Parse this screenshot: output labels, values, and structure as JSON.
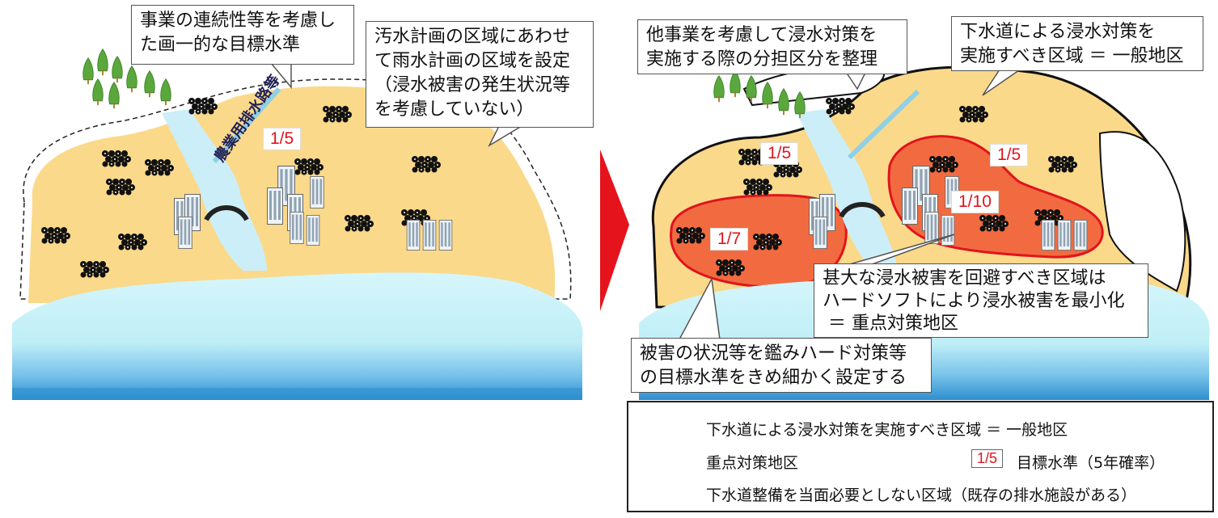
{
  "colors": {
    "general": "#fad98a",
    "priority": "#f26b40",
    "priority_edge": "#e0141e",
    "water": "#bfeef7",
    "sea_dark": "#2e8fcf",
    "channel": "#cceef8",
    "arrow": "#e5141c"
  },
  "icons": [
    "house-cluster-icon",
    "building-icon",
    "forest-icon",
    "culvert-icon"
  ],
  "left": {
    "callout_standard": "事業の連続性等を考慮し\nた画一的な目標水準",
    "callout_area": "汚水計画の区域にあわせ\nて雨水計画の区域を設定\n（浸水被害の発生状況等\nを考慮していない）",
    "drain_label": "農業用排水路等",
    "level": "1/5"
  },
  "right": {
    "callout_share": "他事業を考慮して浸水対策を\n実施する際の分担区分を整理",
    "callout_general": "下水道による浸水対策を\n実施すべき区域 ＝ 一般地区",
    "callout_priority": "甚大な浸水被害を回避すべき区域は\nハードソフトにより浸水被害を最小化\n ＝ 重点対策地区",
    "callout_fine": "被害の状況等を鑑みハード対策等\nの目標水準をきめ細かく設定する",
    "level_a": "1/5",
    "level_b": "1/5",
    "level_c": "1/10",
    "level_d": "1/7"
  },
  "legend": {
    "general": "下水道による浸水対策を実施すべき区域 ＝ 一般地区",
    "priority": "重点対策地区",
    "level_sample": "1/5",
    "level_text": "目標水準（5年確率）",
    "none": "下水道整備を当面必要としない区域（既存の排水施設がある）"
  }
}
